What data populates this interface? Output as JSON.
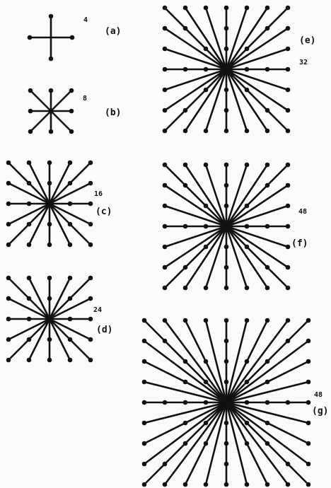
{
  "figure": {
    "panels": [
      {
        "id": "a",
        "label": "(a)",
        "count": "4",
        "n": 1,
        "rays": 4
      },
      {
        "id": "b",
        "label": "(b)",
        "count": "8",
        "n": 1,
        "rays": 8
      },
      {
        "id": "c",
        "label": "(c)",
        "count": "16",
        "n": 2,
        "rays": 16
      },
      {
        "id": "d",
        "label": "(d)",
        "count": "24",
        "n": 2,
        "rays": 24
      },
      {
        "id": "e",
        "label": "(e)",
        "count": "32",
        "n": 3,
        "rays": 32
      },
      {
        "id": "f",
        "label": "(f)",
        "count": "48",
        "n": 3,
        "rays": 48
      },
      {
        "id": "g",
        "label": "(g)",
        "count": "48",
        "n": 4,
        "rays": 48
      }
    ],
    "colors": {
      "ink": "#111111",
      "paper": "#fbfbf9"
    }
  }
}
